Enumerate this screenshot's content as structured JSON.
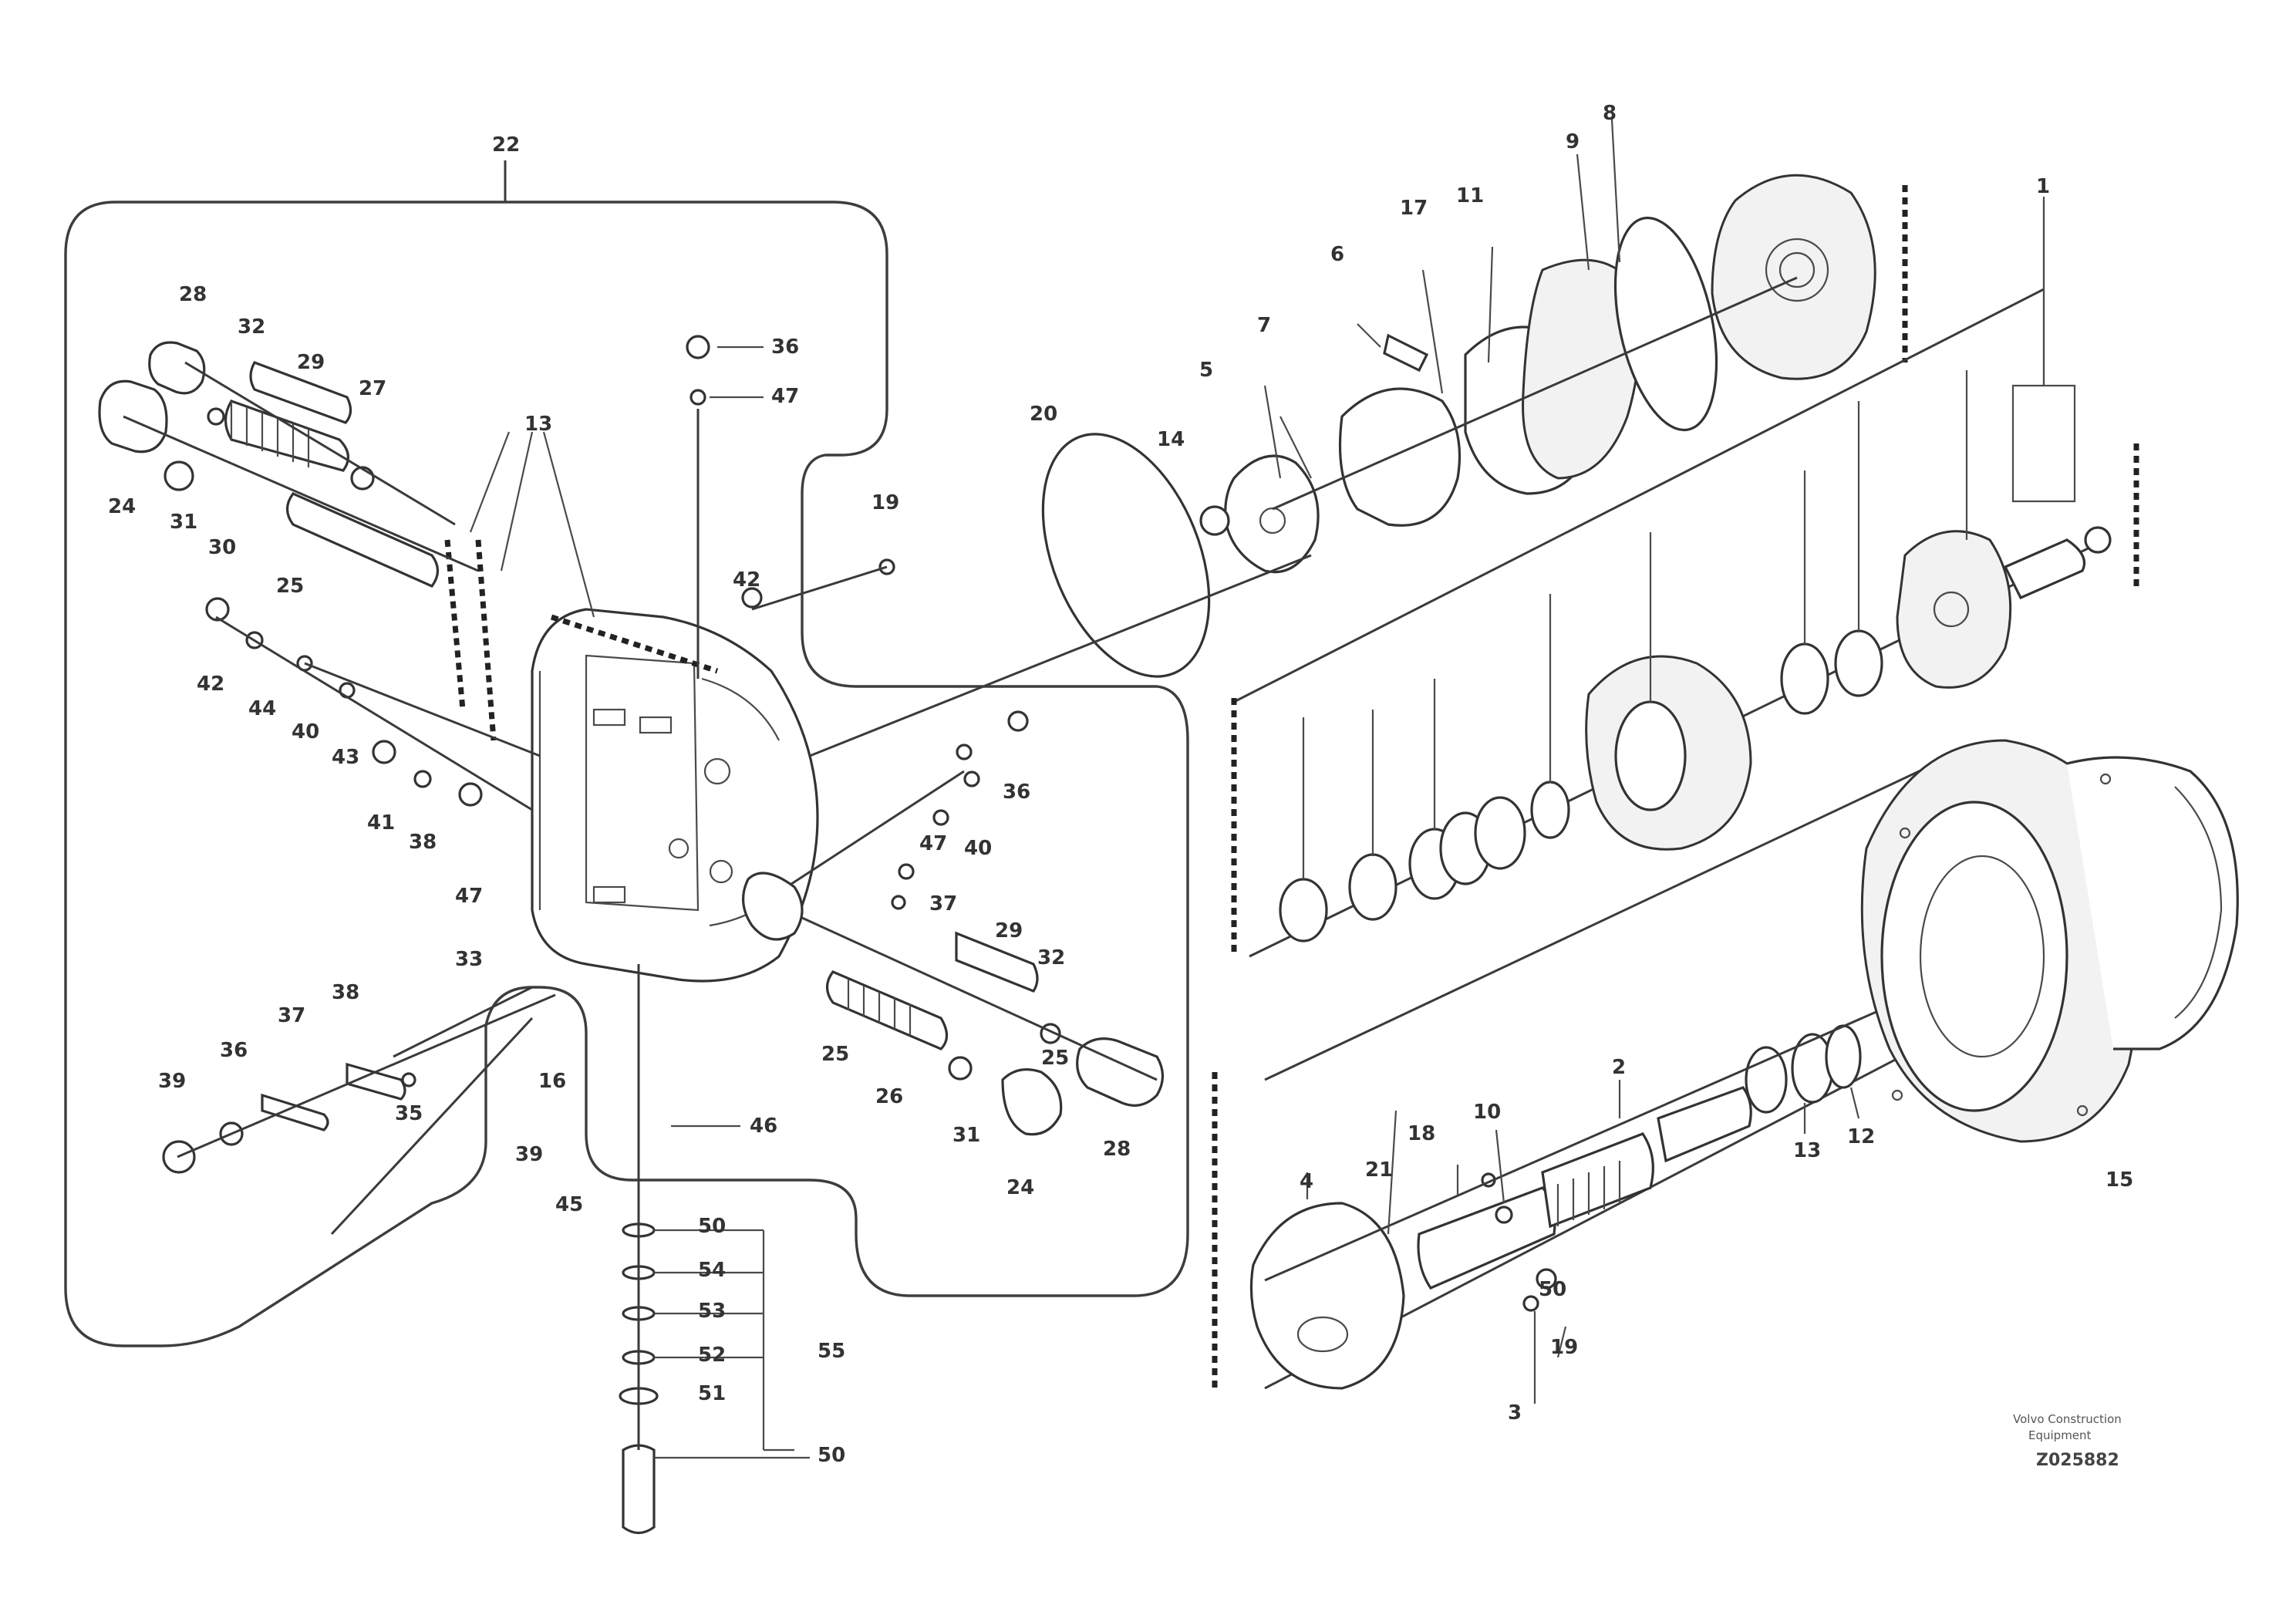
{
  "diagram": {
    "labels": [
      {
        "id": "l22",
        "text": "22"
      },
      {
        "id": "l28a",
        "text": "28"
      },
      {
        "id": "l32a",
        "text": "32"
      },
      {
        "id": "l29a",
        "text": "29"
      },
      {
        "id": "l27a",
        "text": "27"
      },
      {
        "id": "l24a",
        "text": "24"
      },
      {
        "id": "l31a",
        "text": "31"
      },
      {
        "id": "l30a",
        "text": "30"
      },
      {
        "id": "l25a",
        "text": "25"
      },
      {
        "id": "l13",
        "text": "13"
      },
      {
        "id": "l36a",
        "text": "36"
      },
      {
        "id": "l47a",
        "text": "47"
      },
      {
        "id": "l42a",
        "text": "42"
      },
      {
        "id": "l44",
        "text": "44"
      },
      {
        "id": "l40a",
        "text": "40"
      },
      {
        "id": "l43",
        "text": "43"
      },
      {
        "id": "l41",
        "text": "41"
      },
      {
        "id": "l38a",
        "text": "38"
      },
      {
        "id": "l47b",
        "text": "47"
      },
      {
        "id": "l33",
        "text": "33"
      },
      {
        "id": "l19",
        "text": "19"
      },
      {
        "id": "l42b",
        "text": "42"
      },
      {
        "id": "l38b",
        "text": "38"
      },
      {
        "id": "l37a",
        "text": "37"
      },
      {
        "id": "l36b",
        "text": "36"
      },
      {
        "id": "l39a",
        "text": "39"
      },
      {
        "id": "l35",
        "text": "35"
      },
      {
        "id": "l16",
        "text": "16"
      },
      {
        "id": "l46",
        "text": "46"
      },
      {
        "id": "l39b",
        "text": "39"
      },
      {
        "id": "l45",
        "text": "45"
      },
      {
        "id": "l47c",
        "text": "47"
      },
      {
        "id": "l40b",
        "text": "40"
      },
      {
        "id": "l37b",
        "text": "37"
      },
      {
        "id": "l29b",
        "text": "29"
      },
      {
        "id": "l32b",
        "text": "32"
      },
      {
        "id": "l25b",
        "text": "25"
      },
      {
        "id": "l26",
        "text": "26"
      },
      {
        "id": "l31b",
        "text": "31"
      },
      {
        "id": "l24b",
        "text": "24"
      },
      {
        "id": "l28b",
        "text": "28"
      },
      {
        "id": "l25c",
        "text": "25"
      },
      {
        "id": "l36c",
        "text": "36"
      },
      {
        "id": "l50a",
        "text": "50"
      },
      {
        "id": "l50b",
        "text": "50"
      },
      {
        "id": "l54",
        "text": "54"
      },
      {
        "id": "l53",
        "text": "53"
      },
      {
        "id": "l52",
        "text": "52"
      },
      {
        "id": "l51",
        "text": "51"
      },
      {
        "id": "l55",
        "text": "55"
      },
      {
        "id": "l20",
        "text": "20"
      },
      {
        "id": "l14",
        "text": "14"
      },
      {
        "id": "l5",
        "text": "5"
      },
      {
        "id": "l7",
        "text": "7"
      },
      {
        "id": "l6",
        "text": "6"
      },
      {
        "id": "l17",
        "text": "17"
      },
      {
        "id": "l11",
        "text": "11"
      },
      {
        "id": "l9",
        "text": "9"
      },
      {
        "id": "l8",
        "text": "8"
      },
      {
        "id": "l1",
        "text": "1"
      },
      {
        "id": "l15",
        "text": "15"
      },
      {
        "id": "l2",
        "text": "2"
      },
      {
        "id": "l10",
        "text": "10"
      },
      {
        "id": "l18",
        "text": "18"
      },
      {
        "id": "l21",
        "text": "21"
      },
      {
        "id": "l4",
        "text": "4"
      },
      {
        "id": "l3",
        "text": "3"
      },
      {
        "id": "l12",
        "text": "12"
      },
      {
        "id": "l13b",
        "text": "13"
      },
      {
        "id": "l19b",
        "text": "19"
      },
      {
        "id": "l50c",
        "text": "50"
      }
    ],
    "reference_line1": "Volvo Construction",
    "reference_line2": "Equipment",
    "drawing_code": "Z025882"
  }
}
